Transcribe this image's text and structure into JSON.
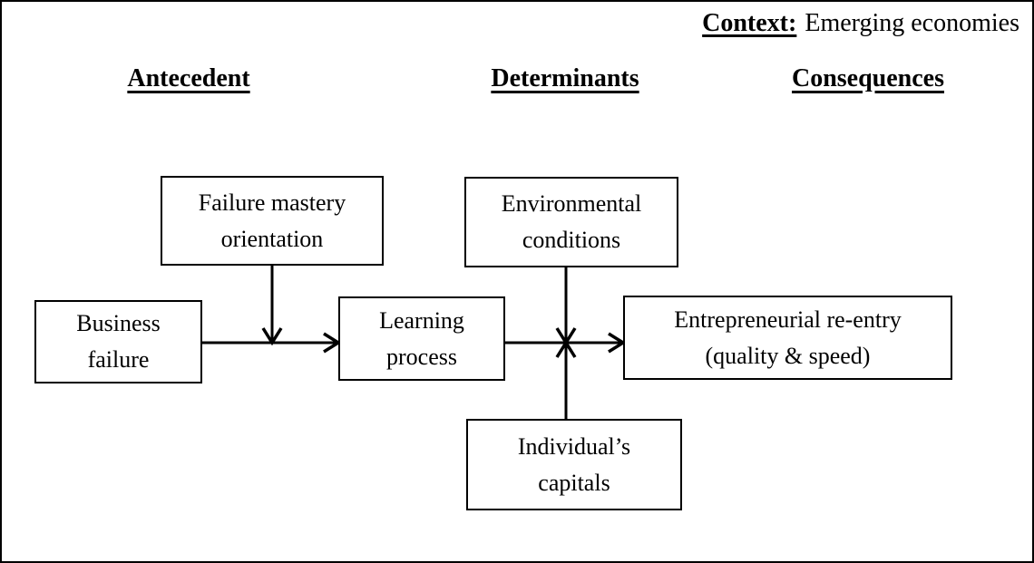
{
  "context": {
    "label": "Context:",
    "value": "Emerging economies"
  },
  "columns": [
    {
      "label": "Antecedent"
    },
    {
      "label": "Determinants"
    },
    {
      "label": "Consequences"
    }
  ],
  "boxes": {
    "failure_mastery": {
      "line1": "Failure mastery",
      "line2": "orientation"
    },
    "business_failure": {
      "line1": "Business",
      "line2": "failure"
    },
    "learning_process": {
      "line1": "Learning",
      "line2": "process"
    },
    "environmental_conditions": {
      "line1": "Environmental",
      "line2": "conditions"
    },
    "individuals_capitals": {
      "line1": "Individual’s",
      "line2": "capitals"
    },
    "entrepreneurial_reentry": {
      "line1": "Entrepreneurial re-entry",
      "line2": "(quality & speed)"
    }
  },
  "arrows": [
    {
      "name": "business-failure-to-learning-process",
      "direction": "right"
    },
    {
      "name": "failure-mastery-to-business-learning-link",
      "direction": "down"
    },
    {
      "name": "learning-process-to-entrepreneurial-reentry",
      "direction": "right"
    },
    {
      "name": "environmental-conditions-to-learning-reentry-link",
      "direction": "down"
    },
    {
      "name": "individuals-capitals-to-learning-reentry-link",
      "direction": "up"
    }
  ],
  "colors": {
    "ink": "#000000",
    "background": "#ffffff"
  }
}
